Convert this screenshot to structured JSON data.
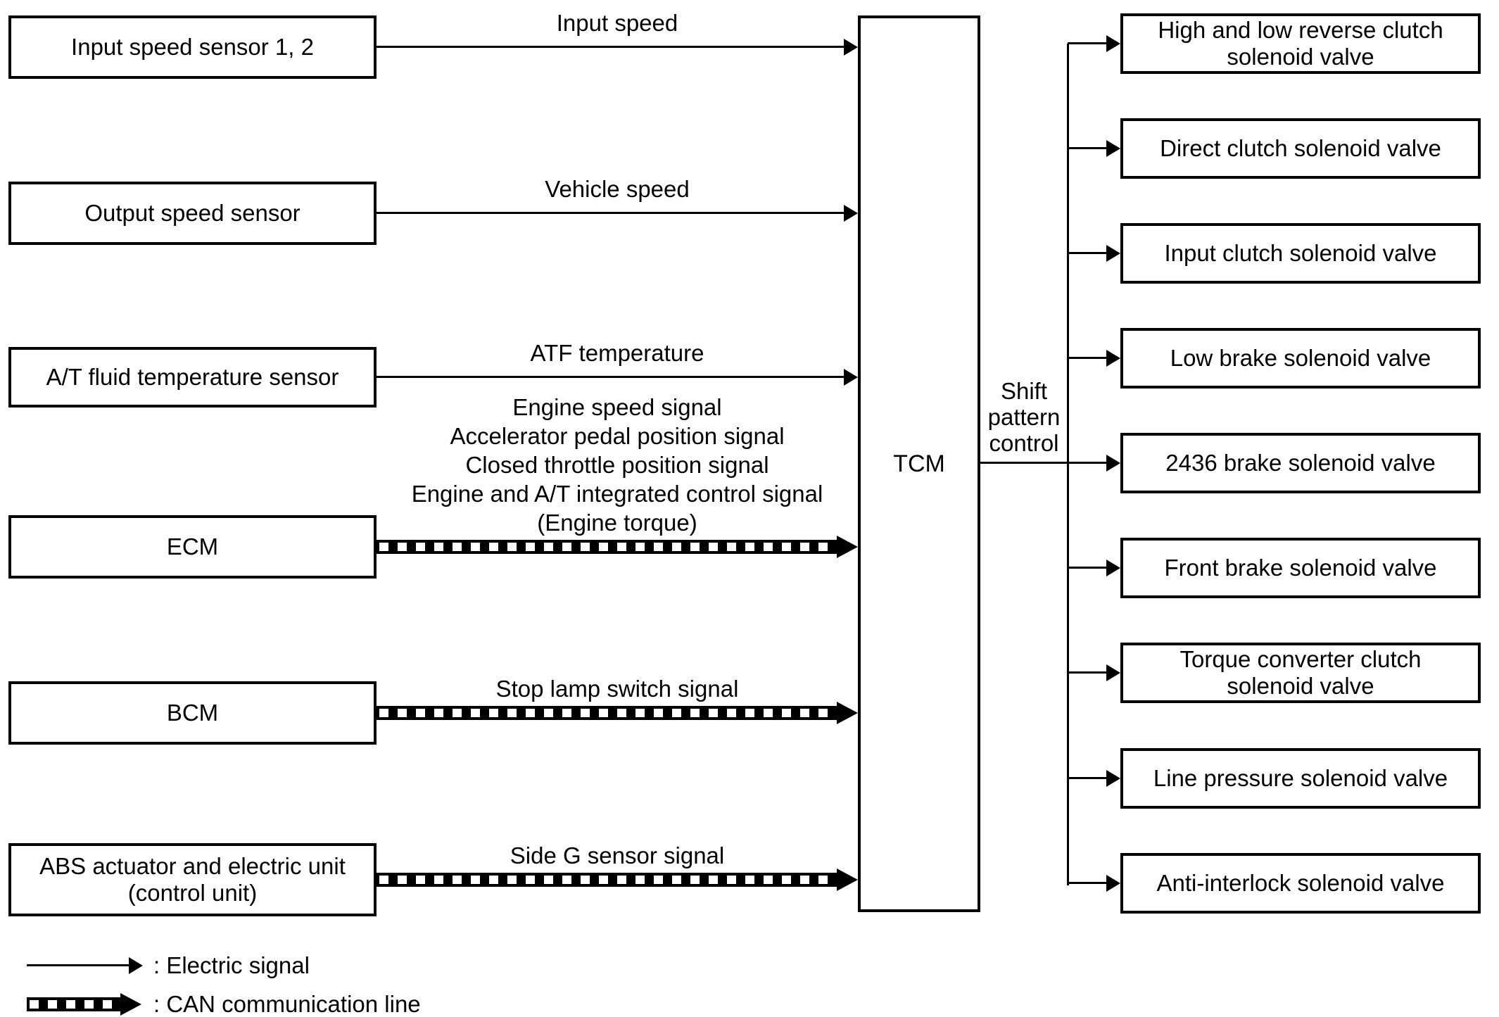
{
  "diagram": {
    "tcm_label": "TCM",
    "inputs": [
      {
        "box": [
          "Input speed sensor 1, 2"
        ],
        "signals": [
          "Input speed"
        ],
        "line_type": "electric"
      },
      {
        "box": [
          "Output speed sensor"
        ],
        "signals": [
          "Vehicle speed"
        ],
        "line_type": "electric"
      },
      {
        "box": [
          "A/T fluid temperature sensor"
        ],
        "signals": [
          "ATF temperature"
        ],
        "line_type": "electric"
      },
      {
        "box": [
          "ECM"
        ],
        "signals": [
          "Engine speed signal",
          "Accelerator pedal position signal",
          "Closed throttle position signal",
          "Engine and A/T integrated control signal",
          "(Engine torque)"
        ],
        "line_type": "can"
      },
      {
        "box": [
          "BCM"
        ],
        "signals": [
          "Stop lamp switch signal"
        ],
        "line_type": "can"
      },
      {
        "box": [
          "ABS actuator and electric unit",
          "(control unit)"
        ],
        "signals": [
          "Side G sensor signal"
        ],
        "line_type": "can"
      }
    ],
    "output_label_lines": [
      "Shift",
      "pattern",
      "control"
    ],
    "outputs": [
      [
        "High and low reverse clutch",
        "solenoid valve"
      ],
      [
        "Direct clutch solenoid valve"
      ],
      [
        "Input clutch solenoid valve"
      ],
      [
        "Low brake solenoid valve"
      ],
      [
        "2436 brake solenoid valve"
      ],
      [
        "Front brake solenoid valve"
      ],
      [
        "Torque converter clutch",
        "solenoid valve"
      ],
      [
        "Line pressure solenoid valve"
      ],
      [
        "Anti-interlock solenoid valve"
      ]
    ],
    "legend": [
      {
        "line_type": "electric",
        "label": ": Electric signal"
      },
      {
        "line_type": "can",
        "label": ": CAN communication line"
      }
    ],
    "colors": {
      "ink": "#000000",
      "background": "#ffffff"
    }
  }
}
